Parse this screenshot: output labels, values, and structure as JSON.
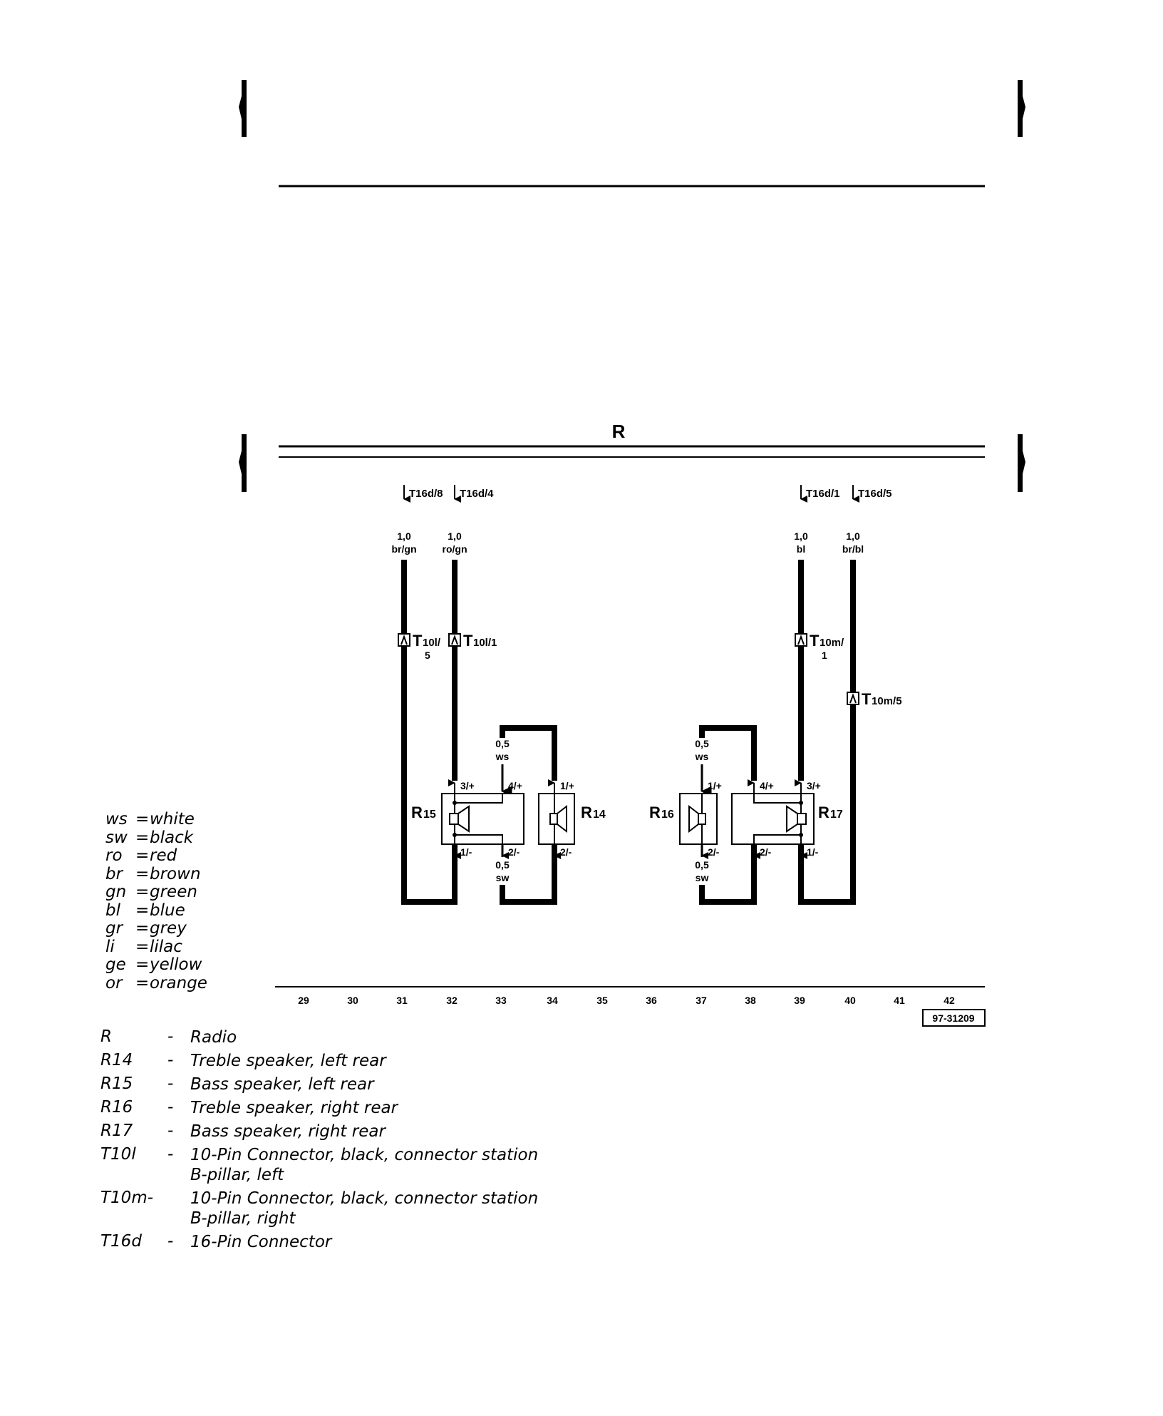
{
  "diagram": {
    "bus_label": "R",
    "figure_id": "97-31209",
    "track_numbers": [
      "29",
      "30",
      "31",
      "32",
      "33",
      "34",
      "35",
      "36",
      "37",
      "38",
      "39",
      "40",
      "41",
      "42"
    ],
    "connectors_top": {
      "c1": "T16d/8",
      "c2": "T16d/4",
      "c3": "T16d/1",
      "c4": "T16d/5"
    },
    "wires": {
      "w1": {
        "gauge": "1,0",
        "color": "br/gn"
      },
      "w2": {
        "gauge": "1,0",
        "color": "ro/gn"
      },
      "w3": {
        "gauge": "1,0",
        "color": "bl"
      },
      "w4": {
        "gauge": "1,0",
        "color": "br/bl"
      },
      "left_top": {
        "gauge": "0,5",
        "color": "ws"
      },
      "left_bottom": {
        "gauge": "0,5",
        "color": "sw"
      },
      "right_top": {
        "gauge": "0,5",
        "color": "ws"
      },
      "right_bottom": {
        "gauge": "0,5",
        "color": "sw"
      }
    },
    "mid_connectors": {
      "t10l5": {
        "main": "T",
        "sub": "10l/",
        "extra": "5"
      },
      "t10l1": {
        "main": "T",
        "sub": "10l/1"
      },
      "t10m1": {
        "main": "T",
        "sub": "10m/",
        "extra": "1"
      },
      "t10m5": {
        "main": "T",
        "sub": "10m/5"
      }
    },
    "pins": {
      "r15_top_a": "3/+",
      "r15_top_b": "4/+",
      "r15_bot_a": "1/-",
      "r15_bot_b": "2/-",
      "r14_top": "1/+",
      "r14_bot": "2/-",
      "r16_top": "1/+",
      "r16_bot": "2/-",
      "r17_top_a": "4/+",
      "r17_top_b": "3/+",
      "r17_bot_a": "2/-",
      "r17_bot_b": "1/-"
    },
    "components": {
      "r15": {
        "main": "R",
        "sub": "15"
      },
      "r14": {
        "main": "R",
        "sub": "14"
      },
      "r16": {
        "main": "R",
        "sub": "16"
      },
      "r17": {
        "main": "R",
        "sub": "17"
      }
    }
  },
  "color_legend": [
    {
      "code": "ws",
      "name": "white"
    },
    {
      "code": "sw",
      "name": "black"
    },
    {
      "code": "ro",
      "name": "red"
    },
    {
      "code": "br",
      "name": "brown"
    },
    {
      "code": "gn",
      "name": "green"
    },
    {
      "code": "bl",
      "name": "blue"
    },
    {
      "code": "gr",
      "name": "grey"
    },
    {
      "code": "li",
      "name": "lilac"
    },
    {
      "code": "ge",
      "name": "yellow"
    },
    {
      "code": "or",
      "name": "orange"
    }
  ],
  "legend_eq": "=",
  "component_legend": [
    {
      "code": "R",
      "sep": "-",
      "desc": "Radio"
    },
    {
      "code": "R14",
      "sep": "-",
      "desc": "Treble speaker, left rear"
    },
    {
      "code": "R15",
      "sep": "-",
      "desc": "Bass speaker, left rear"
    },
    {
      "code": "R16",
      "sep": "-",
      "desc": "Treble speaker, right rear"
    },
    {
      "code": "R17",
      "sep": "-",
      "desc": "Bass speaker, right rear"
    },
    {
      "code": "T10l",
      "sep": "-",
      "desc": "10-Pin Connector, black, connector station",
      "desc2": "B-pillar, left"
    },
    {
      "code": "T10m-",
      "sep": "",
      "desc": "10-Pin Connector, black, connector station",
      "desc2": "B-pillar, right"
    },
    {
      "code": "T16d",
      "sep": "-",
      "desc": "16-Pin Connector"
    }
  ]
}
